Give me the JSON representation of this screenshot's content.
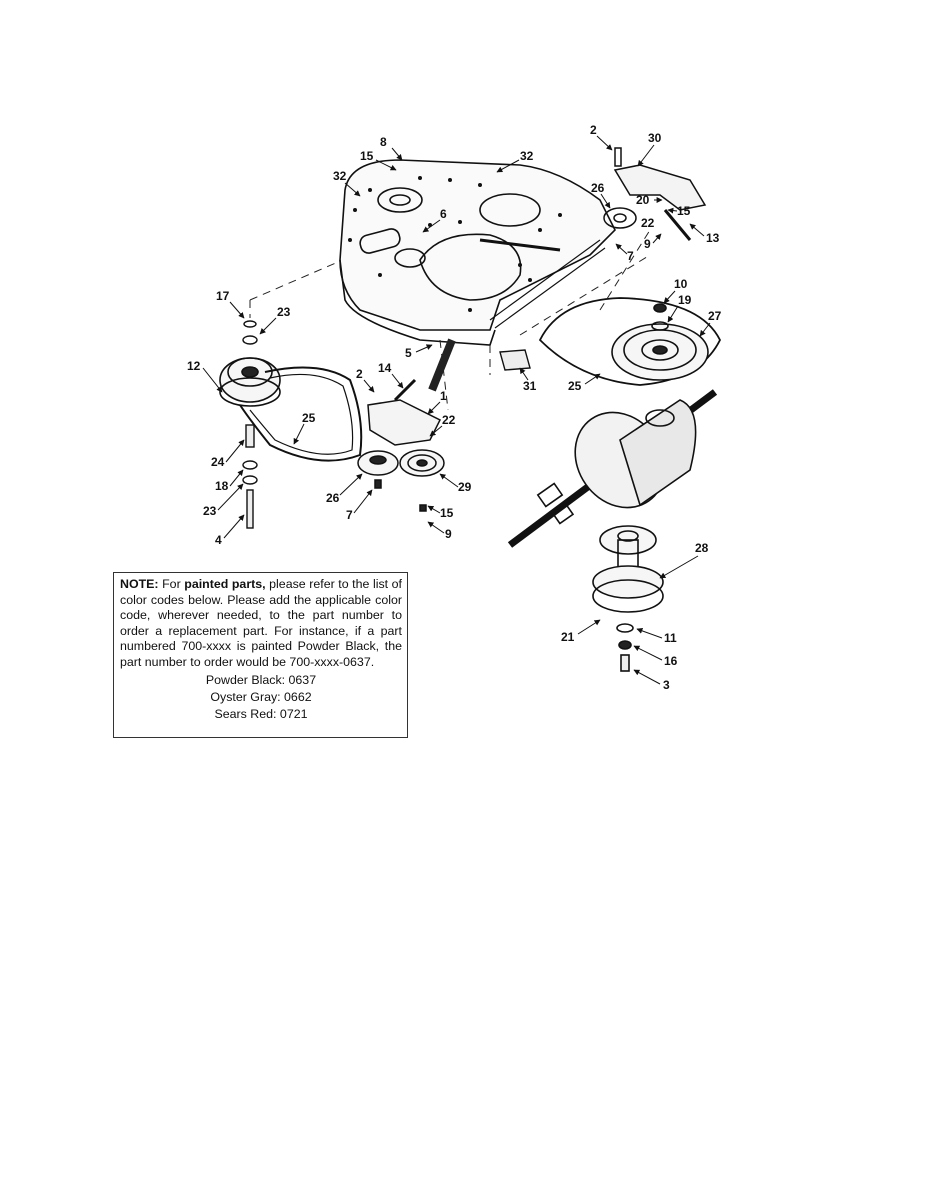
{
  "callouts": [
    "1",
    "2",
    "3",
    "4",
    "5",
    "6",
    "7",
    "8",
    "9",
    "10",
    "11",
    "12",
    "13",
    "14",
    "15",
    "16",
    "17",
    "18",
    "19",
    "20",
    "21",
    "22",
    "23",
    "24",
    "25",
    "26",
    "27",
    "28",
    "29",
    "30",
    "31",
    "32"
  ],
  "note": {
    "label": "NOTE:",
    "text_1": " For ",
    "emphasis": "painted parts,",
    "text_2": " please refer to the list of color codes below. Please add the applicable color code, wherever needed, to the part number to order a replacement part. For instance, if a part numbered 700-xxxx is painted Powder Black, the part number to order would be 700-xxxx-0637."
  },
  "color_codes": [
    {
      "label": "Powder Black: 0637"
    },
    {
      "label": "Oyster Gray: 0662"
    },
    {
      "label": "Sears Red: 0721"
    }
  ]
}
